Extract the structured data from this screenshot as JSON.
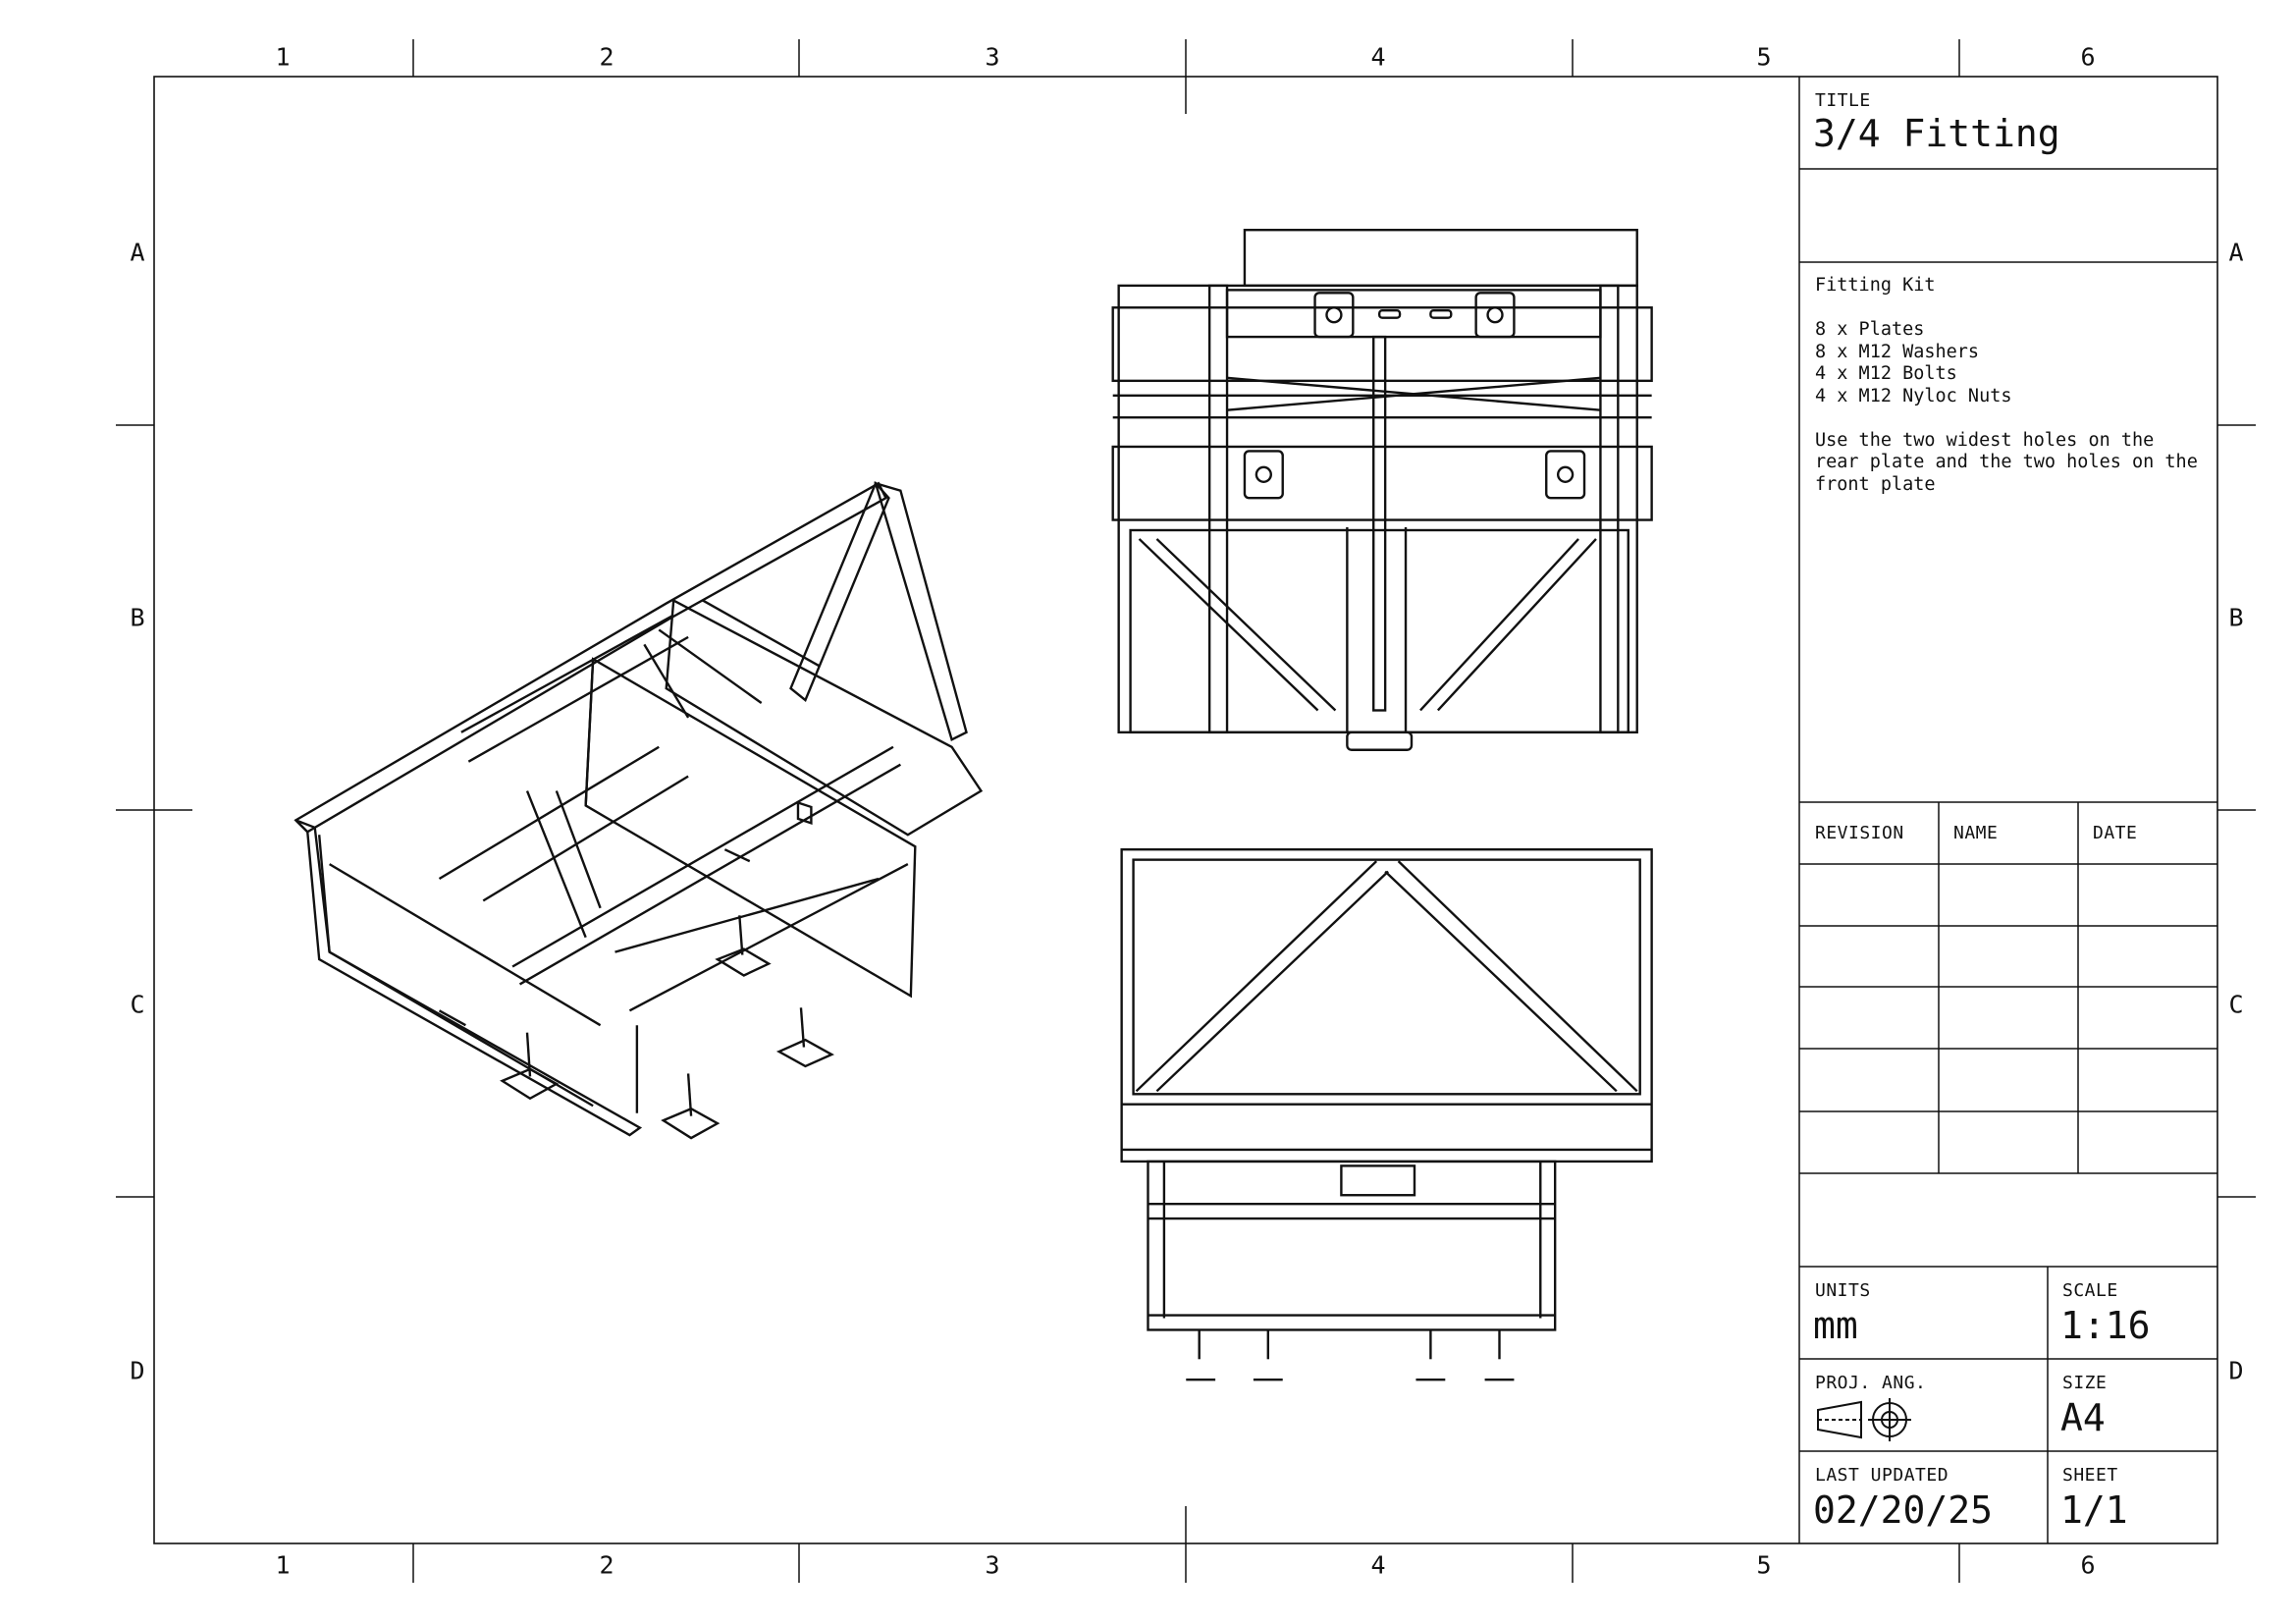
{
  "zones": {
    "columns": [
      "1",
      "2",
      "3",
      "4",
      "5",
      "6"
    ],
    "rows": [
      "A",
      "B",
      "C",
      "D"
    ]
  },
  "title_block": {
    "title_label": "TITLE",
    "title": "3/4 Fitting",
    "notes": {
      "heading": "Fitting Kit",
      "items": [
        "8 x Plates",
        "8 x M12 Washers",
        "4 x M12 Bolts",
        "4 x M12 Nyloc Nuts"
      ],
      "instruction": "Use the two widest holes on the\nrear plate and the two holes on the\nfront plate"
    },
    "revision_table": {
      "headers": [
        "REVISION",
        "NAME",
        "DATE"
      ],
      "rows": [
        [
          "",
          "",
          ""
        ],
        [
          "",
          "",
          ""
        ],
        [
          "",
          "",
          ""
        ],
        [
          "",
          "",
          ""
        ],
        [
          "",
          "",
          ""
        ]
      ]
    },
    "units_label": "UNITS",
    "units": "mm",
    "scale_label": "SCALE",
    "scale": "1:16",
    "proj_label": "PROJ. ANG.",
    "size_label": "SIZE",
    "size": "A4",
    "updated_label": "LAST UPDATED",
    "updated": "02/20/25",
    "sheet_label": "SHEET",
    "sheet": "1/1"
  }
}
